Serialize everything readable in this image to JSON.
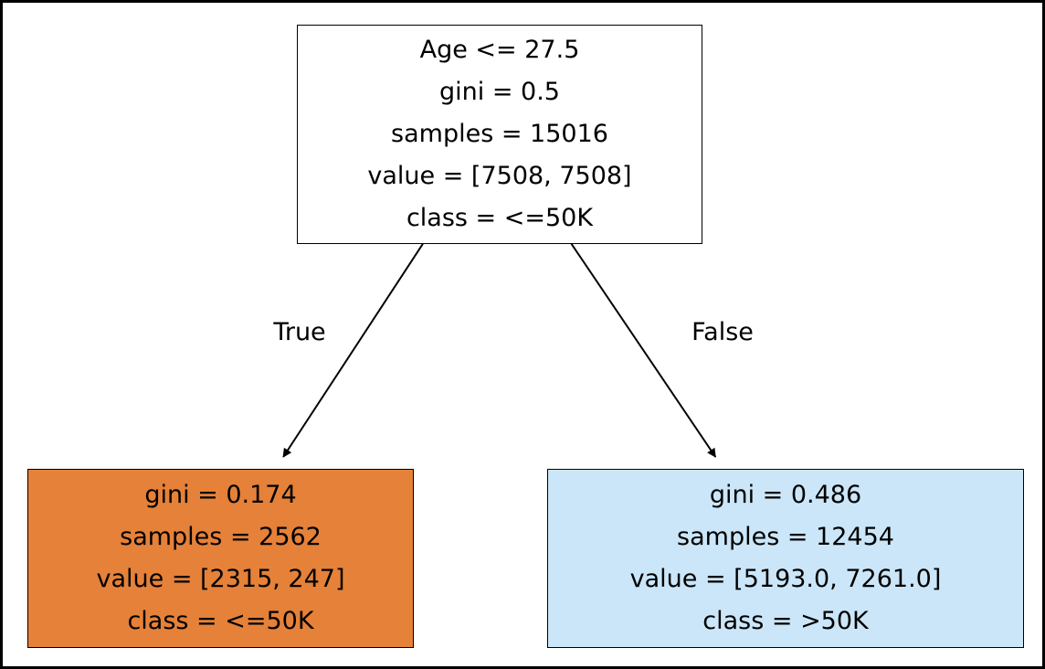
{
  "diagram": {
    "type": "decision-tree",
    "root_node": {
      "lines": {
        "0": "Age <= 27.5",
        "1": "gini = 0.5",
        "2": "samples = 15016",
        "3": "value = [7508, 7508]",
        "4": "class = <=50K"
      },
      "fill": "#ffffff"
    },
    "left_node": {
      "lines": {
        "0": "gini = 0.174",
        "1": "samples = 2562",
        "2": "value = [2315, 247]",
        "3": "class = <=50K"
      },
      "fill": "#e58139"
    },
    "right_node": {
      "lines": {
        "0": "gini = 0.486",
        "1": "samples = 12454",
        "2": "value = [5193.0, 7261.0]",
        "3": "class = >50K"
      },
      "fill": "#cbe6f8"
    },
    "edges": {
      "true_label": "True",
      "false_label": "False",
      "stroke_color": "#000000"
    }
  }
}
